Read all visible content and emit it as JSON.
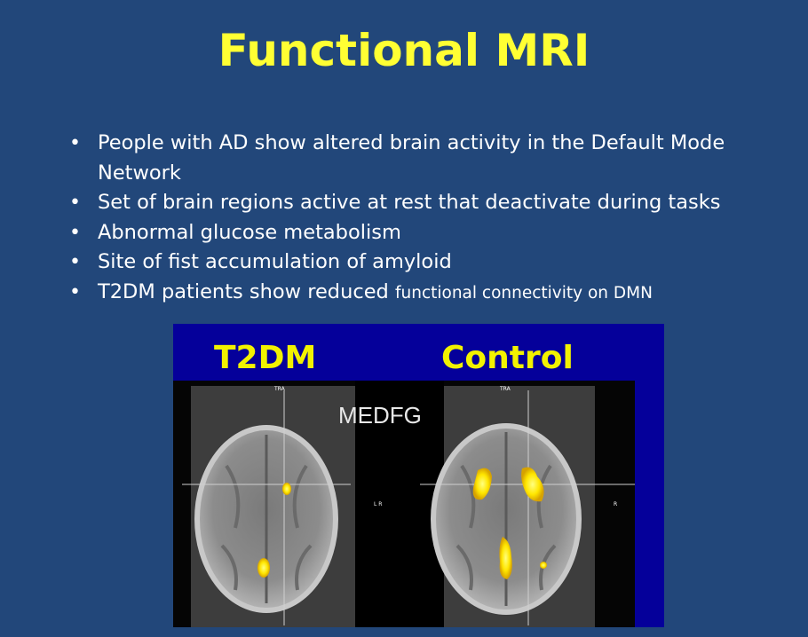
{
  "slide": {
    "title": "Functional MRI",
    "bullets": [
      "People with AD show altered brain activity in the Default Mode Network",
      "Set of brain regions active at rest that deactivate during tasks",
      "Abnormal glucose metabolism",
      "Site of fist accumulation of amyloid"
    ],
    "last_bullet_main": "T2DM patients show reduced ",
    "last_bullet_small": "functional connectivity on DMN"
  },
  "figure": {
    "left_label": "T2DM",
    "right_label": "Control",
    "region_label": "MEDFG",
    "tra_left": "TRA",
    "tra_right": "TRA",
    "lr_left": "L R",
    "r_right": "R"
  },
  "colors": {
    "background": "#22477a",
    "title": "#ffff33",
    "figure_bg": "#05009a",
    "activation": "#ffe600"
  }
}
